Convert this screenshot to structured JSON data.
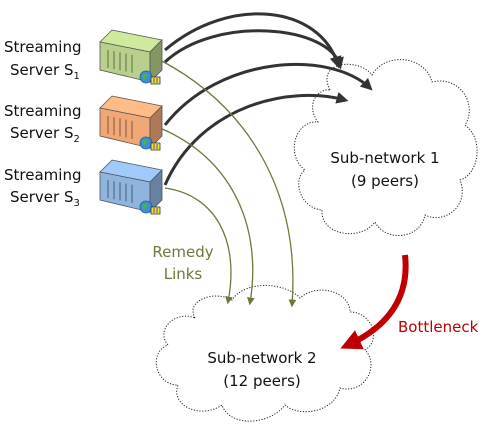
{
  "servers": [
    {
      "line1": "Streaming",
      "line2": "Server S",
      "sub": "1",
      "color": "#b9d08c"
    },
    {
      "line1": "Streaming",
      "line2": "Server S",
      "sub": "2",
      "color": "#f0a878"
    },
    {
      "line1": "Streaming",
      "line2": "Server S",
      "sub": "3",
      "color": "#8fb4de"
    }
  ],
  "subnet1": {
    "line1": "Sub-network 1",
    "line2": "(9 peers)"
  },
  "subnet2": {
    "line1": "Sub-network 2",
    "line2": "(12 peers)"
  },
  "remedy": {
    "line1": "Remedy",
    "line2": "Links",
    "color": "#6b7a3a"
  },
  "bottleneck": {
    "label": "Bottleneck",
    "color": "#c00000"
  },
  "colors": {
    "main_link": "#333333",
    "remedy_link": "#6b7a3a"
  }
}
